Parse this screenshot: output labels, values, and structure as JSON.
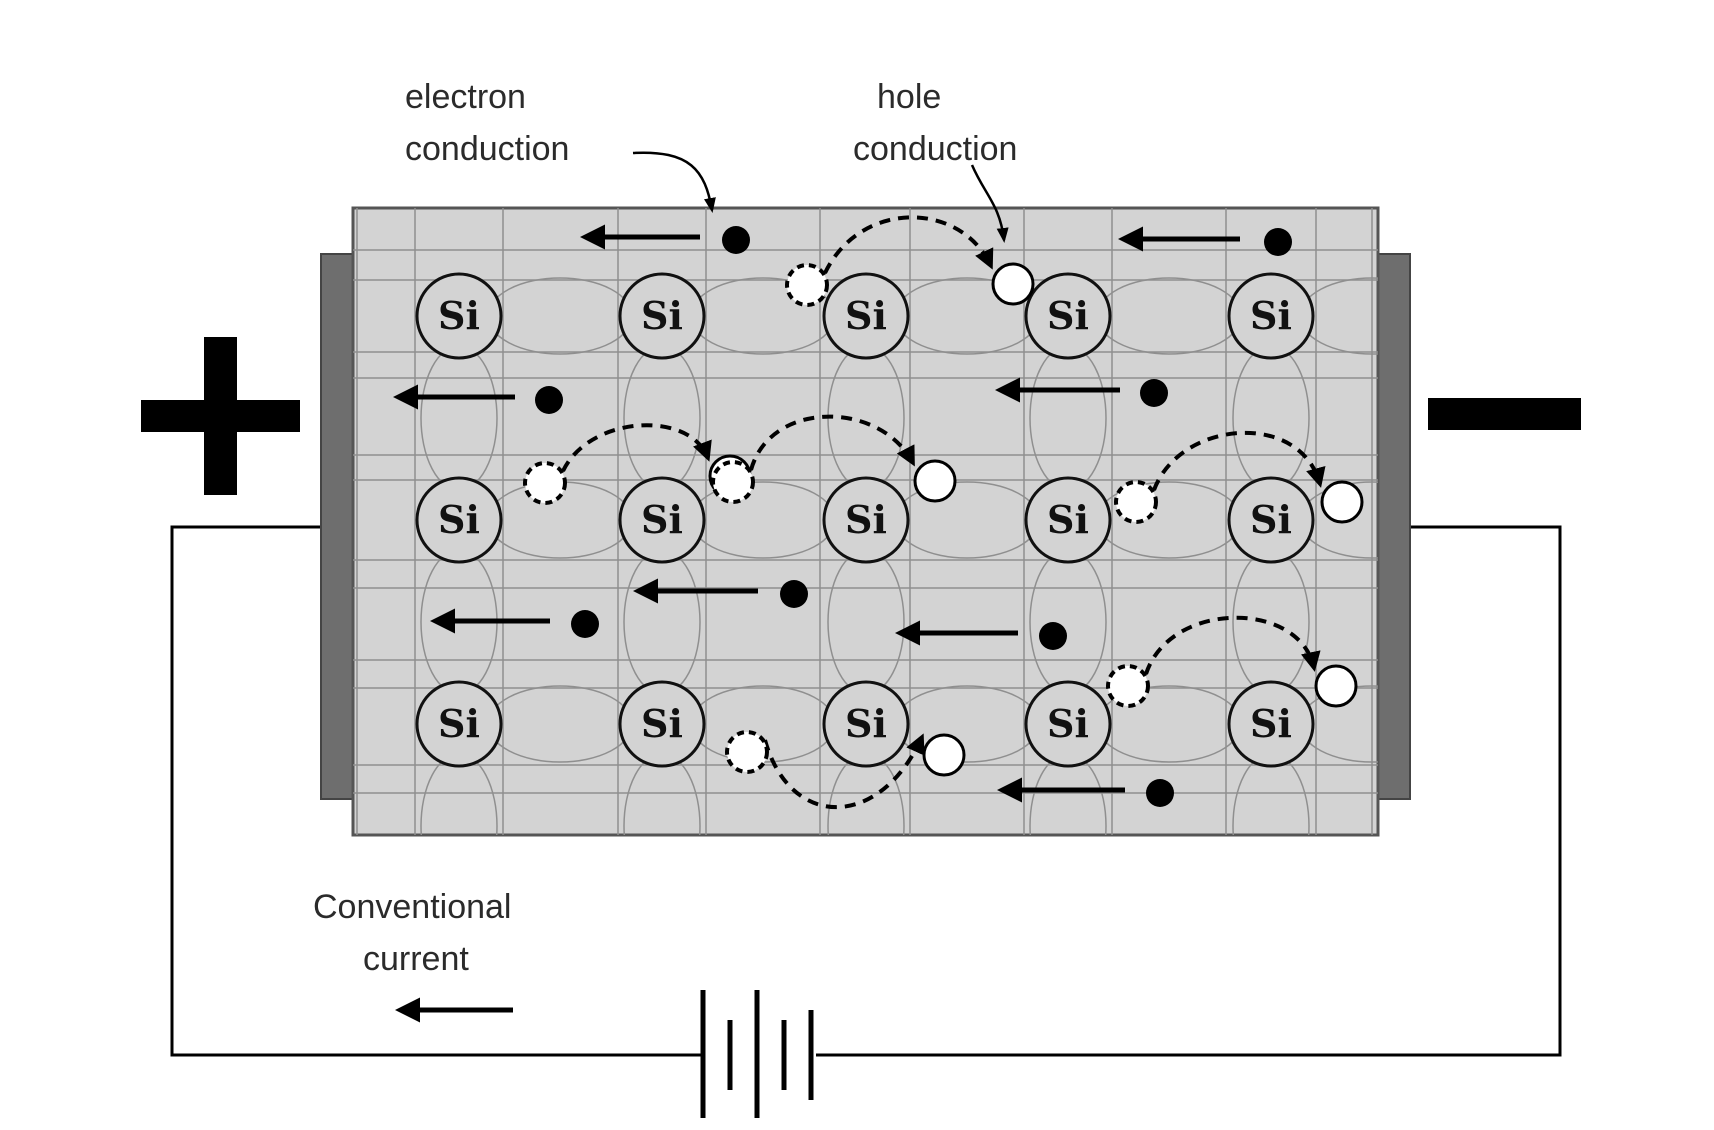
{
  "labels": {
    "electron_conduction": [
      "electron",
      "conduction"
    ],
    "hole_conduction": [
      "hole",
      "conduction"
    ],
    "conventional_current": [
      "Conventional",
      "current"
    ],
    "positive_terminal": "+",
    "negative_terminal": "−"
  },
  "lattice": {
    "atom_label": "Si",
    "rows": 3,
    "cols": 5
  },
  "colors": {
    "crystal_fill": "#d3d3d3",
    "electrode": "#6e6e6e",
    "bond_line": "#8f8f8f",
    "ink": "#000000",
    "hole_fill": "#ffffff"
  }
}
